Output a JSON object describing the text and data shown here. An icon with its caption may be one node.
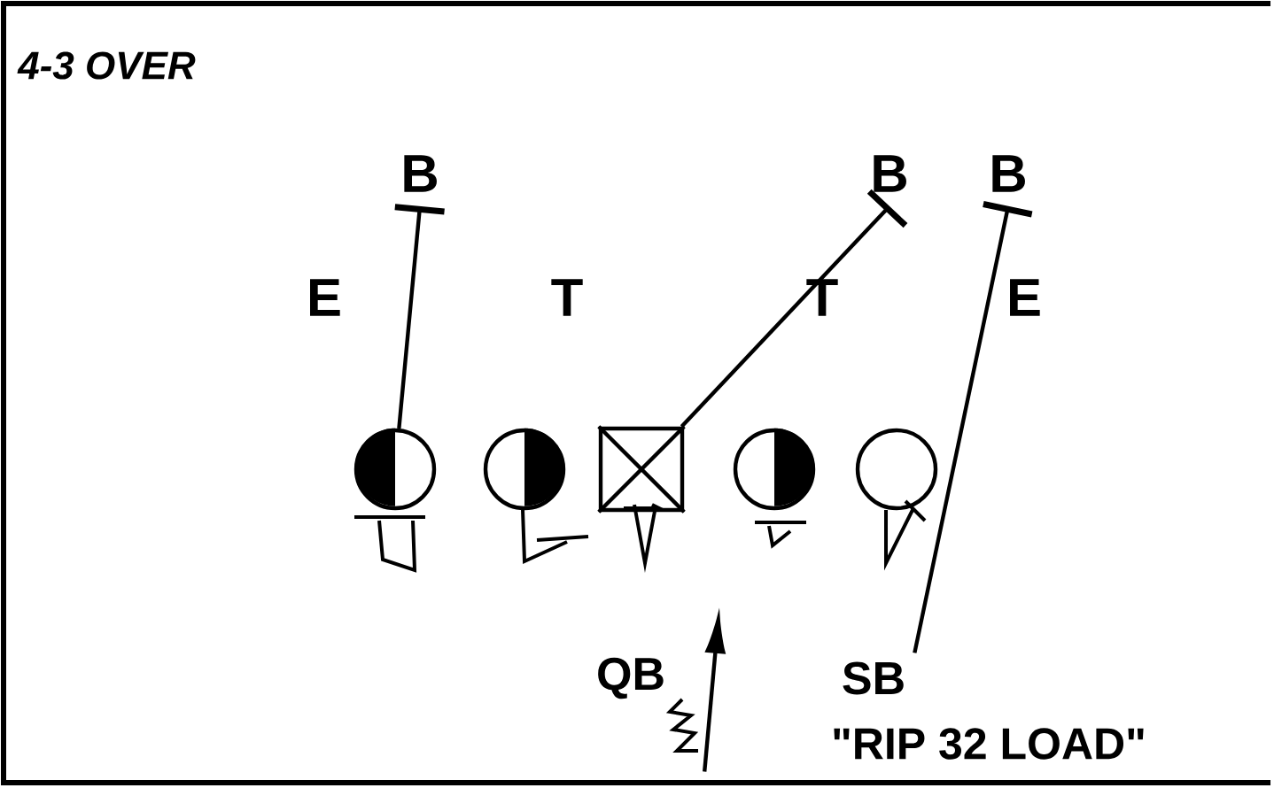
{
  "diagram": {
    "title": "4-3 OVER",
    "nodes": [
      {
        "text": [
          "B"
        ]
      },
      {
        "text": [
          "B"
        ]
      },
      {
        "text": [
          "B"
        ]
      },
      {
        "text": [],
        "shape": "circle"
      },
      {
        "text": [],
        "shape": "circle"
      },
      {
        "text": [],
        "shape": "box"
      },
      {
        "text": [],
        "shape": "circle"
      },
      {
        "text": [],
        "shape": "circle"
      },
      {
        "text": [
          "QB"
        ]
      },
      {
        "text": [
          "SB"
        ]
      }
    ],
    "edges": [
      {
        "from": 3,
        "to": 0,
        "arrow": "other"
      },
      {
        "from": 5,
        "to": 1,
        "arrow": "other"
      },
      {
        "from": 9,
        "to": 2,
        "arrow": "other"
      },
      {
        "from": 8,
        "to": null,
        "arrow": "to"
      }
    ],
    "labels": [
      "E",
      "T",
      "T",
      "E",
      "\"RIP 32 LOAD\""
    ]
  }
}
